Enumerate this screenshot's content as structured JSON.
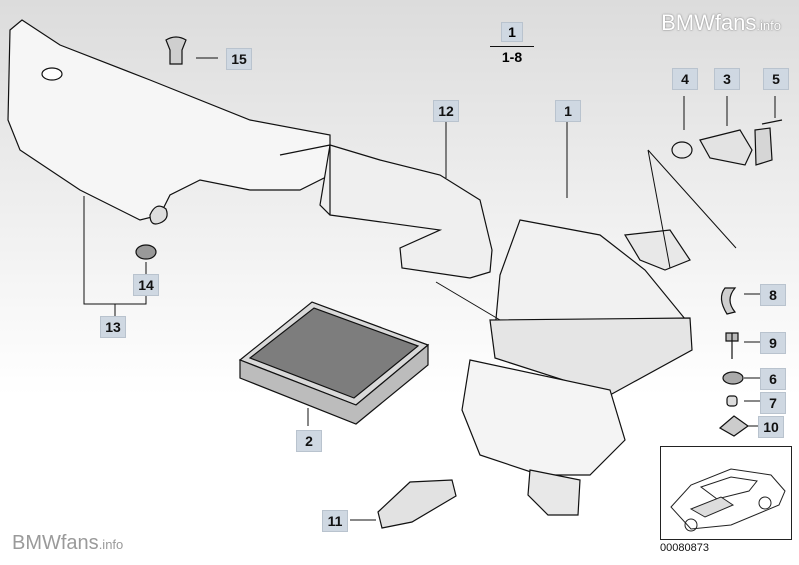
{
  "watermark": {
    "brand": "BMWfans",
    "suffix": ".info"
  },
  "reference": {
    "top": "1",
    "bottom": "1-8"
  },
  "callouts": {
    "c1": "1",
    "c2": "2",
    "c3": "3",
    "c4": "4",
    "c5": "5",
    "c6": "6",
    "c7": "7",
    "c8": "8",
    "c9": "9",
    "c10": "10",
    "c11": "11",
    "c12": "12",
    "c13": "13",
    "c14": "14",
    "c15": "15"
  },
  "part_number": "00080873",
  "colors": {
    "callout_bg": "#cfd8e2",
    "line": "#111111"
  }
}
